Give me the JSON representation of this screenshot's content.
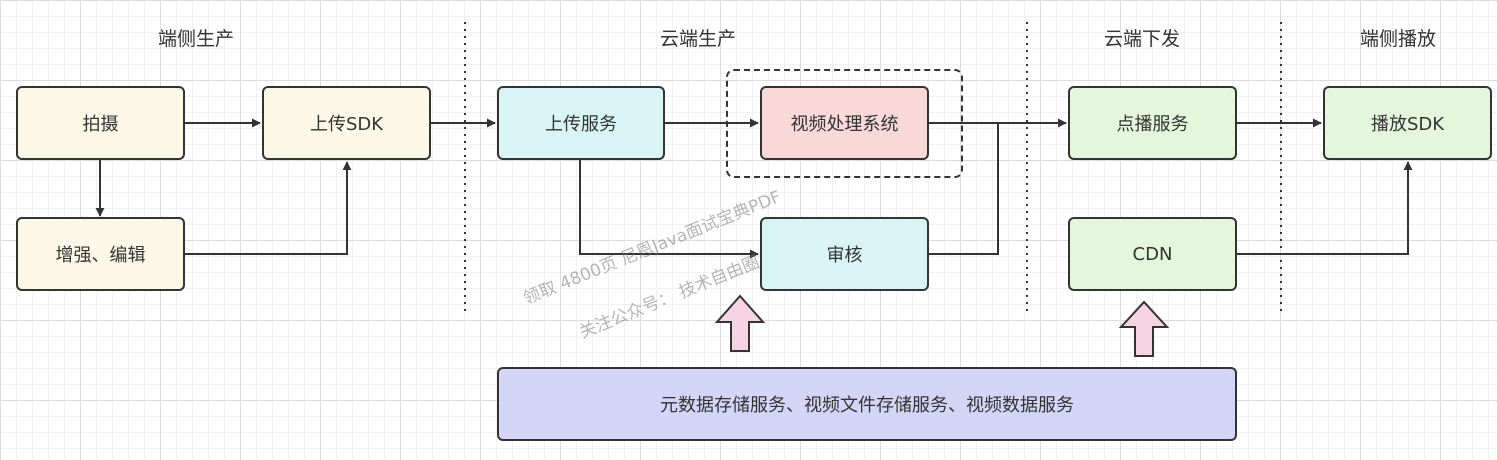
{
  "colors": {
    "stroke": "#333333",
    "node_yellow": "#fcf8e8",
    "node_cyan": "#d8f4f4",
    "node_pink": "#f8d8d8",
    "node_green": "#e4f6dc",
    "node_purple": "#d4d4f6",
    "up_arrow_fill": "#f7d4e4"
  },
  "sections": {
    "client_production": "端侧生产",
    "cloud_production": "云端生产",
    "cloud_delivery": "云端下发",
    "client_playback": "端侧播放"
  },
  "nodes": {
    "capture": "拍摄",
    "enhance_edit": "增强、编辑",
    "upload_sdk": "上传SDK",
    "upload_service": "上传服务",
    "video_processing": "视频处理系统",
    "review": "审核",
    "vod_service": "点播服务",
    "cdn": "CDN",
    "player_sdk": "播放SDK",
    "storage_services": "元数据存储服务、视频文件存储服务、视频数据服务"
  },
  "watermark": {
    "line1": "领取 4800页 尼恩Java面试宝典PDF",
    "line2": "关注公众号： 技术自由圈"
  }
}
